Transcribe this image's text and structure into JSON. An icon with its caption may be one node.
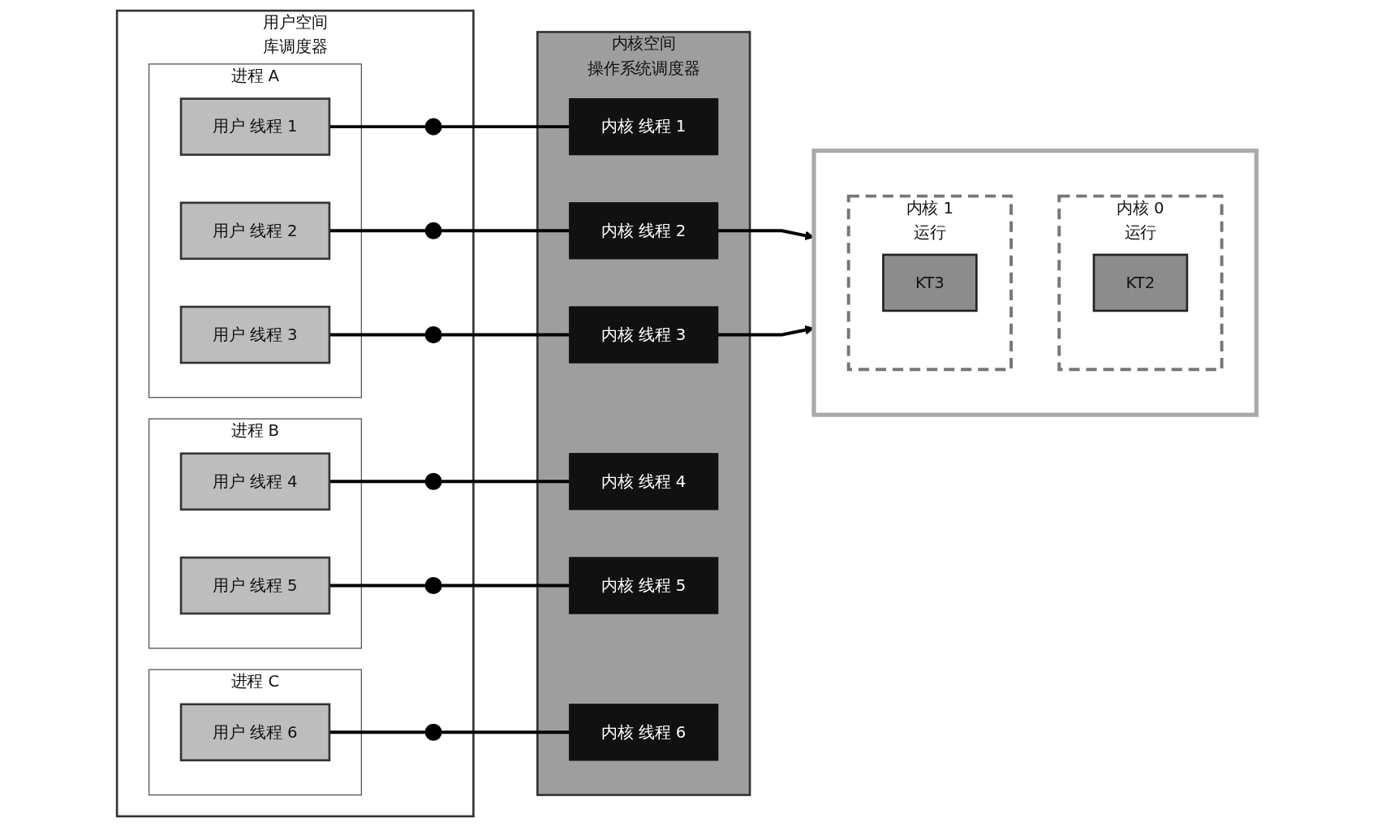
{
  "diagram": {
    "nodes": [
      {
        "text": [
          "用户空间",
          "库调度器"
        ]
      },
      {
        "text": [
          "进程 A"
        ],
        "in": 0
      },
      {
        "text": [
          "用户 线程 1"
        ],
        "in": 1
      },
      {
        "text": [
          "用户 线程 2"
        ],
        "in": 1
      },
      {
        "text": [
          "用户 线程 3"
        ],
        "in": 1
      },
      {
        "text": [
          "进程 B"
        ],
        "in": 0
      },
      {
        "text": [
          "用户 线程 4"
        ],
        "in": 5
      },
      {
        "text": [
          "用户 线程 5"
        ],
        "in": 5
      },
      {
        "text": [
          "进程 C"
        ],
        "in": 0
      },
      {
        "text": [
          "用户 线程 6"
        ],
        "in": 8
      },
      {
        "text": [],
        "shape": "circle",
        "in": 0
      },
      {
        "text": [],
        "shape": "circle",
        "in": 0
      },
      {
        "text": [],
        "shape": "circle",
        "in": 0
      },
      {
        "text": [],
        "shape": "circle",
        "in": 0
      },
      {
        "text": [],
        "shape": "circle",
        "in": 0
      },
      {
        "text": [],
        "shape": "circle",
        "in": 0
      },
      {
        "text": [
          "内核空间",
          "操作系统调度器"
        ]
      },
      {
        "text": [
          "内核 线程 1"
        ],
        "in": 16
      },
      {
        "text": [
          "内核 线程 2"
        ],
        "in": 16
      },
      {
        "text": [
          "内核 线程 3"
        ],
        "in": 16
      },
      {
        "text": [
          "内核 线程 4"
        ],
        "in": 16
      },
      {
        "text": [
          "内核 线程 5"
        ],
        "in": 16
      },
      {
        "text": [
          "内核 线程 6"
        ],
        "in": 16
      },
      {
        "text": [],
        "shape": "box"
      },
      {
        "text": [
          "内核 0",
          "运行"
        ],
        "in": 23
      },
      {
        "text": [
          "KT2"
        ],
        "in": 24
      },
      {
        "text": [
          "内核 1",
          "运行"
        ],
        "in": 23
      },
      {
        "text": [
          "KT3"
        ],
        "in": 26
      }
    ],
    "edges": [
      {
        "from": 2,
        "to": 10,
        "arrow": "none"
      },
      {
        "from": 10,
        "to": 17,
        "arrow": "none"
      },
      {
        "from": 3,
        "to": 11,
        "arrow": "none"
      },
      {
        "from": 11,
        "to": 18,
        "arrow": "none"
      },
      {
        "from": 4,
        "to": 12,
        "arrow": "none"
      },
      {
        "from": 12,
        "to": 19,
        "arrow": "none"
      },
      {
        "from": 6,
        "to": 13,
        "arrow": "none"
      },
      {
        "from": 13,
        "to": 20,
        "arrow": "none"
      },
      {
        "from": 7,
        "to": 14,
        "arrow": "none"
      },
      {
        "from": 14,
        "to": 21,
        "arrow": "none"
      },
      {
        "from": 9,
        "to": 15,
        "arrow": "none"
      },
      {
        "from": 15,
        "to": 22,
        "arrow": "none"
      },
      {
        "from": 18,
        "to": 23,
        "arrow": "to"
      },
      {
        "from": 19,
        "to": 23,
        "arrow": "to"
      }
    ]
  }
}
